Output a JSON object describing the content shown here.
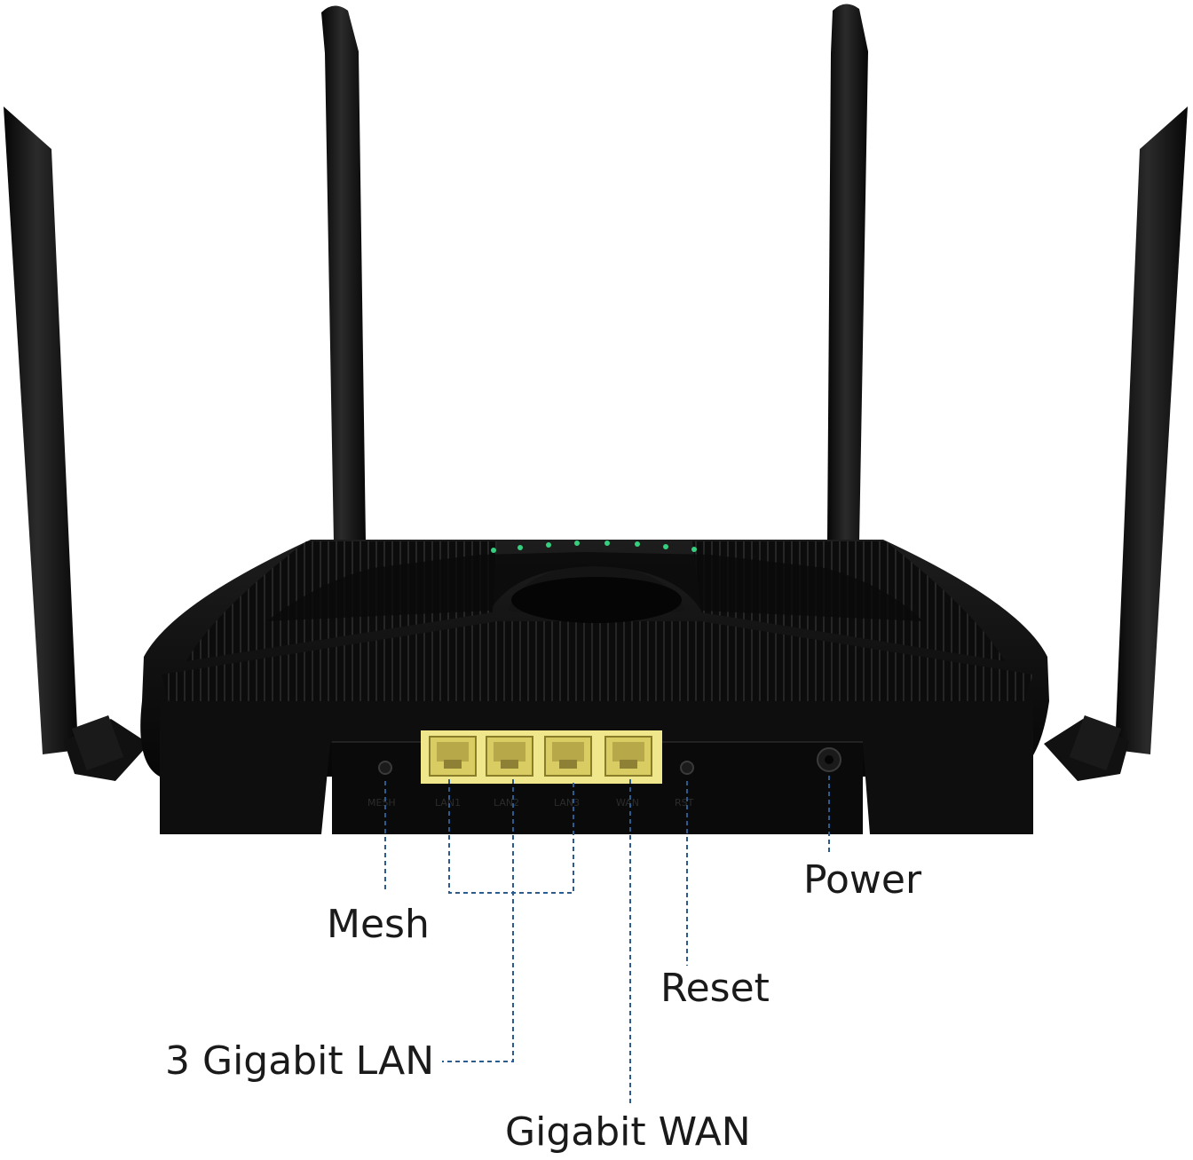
{
  "callouts": {
    "mesh": "Mesh",
    "lan": "3 Gigabit LAN",
    "reset": "Reset",
    "wan": "Gigabit WAN",
    "power": "Power"
  },
  "rear_panel": {
    "port_labels": [
      "MESH",
      "LAN1",
      "LAN2",
      "LAN3",
      "WAN",
      "RST"
    ]
  },
  "colors": {
    "body": "#0d0d0d",
    "port_frame": "#f0e68c",
    "led": "#35d07f",
    "leader_line": "#2d5b8f"
  },
  "icons": {
    "antenna": "antenna-icon",
    "ethernet_port": "ethernet-port-icon",
    "power_jack": "power-jack-icon"
  }
}
